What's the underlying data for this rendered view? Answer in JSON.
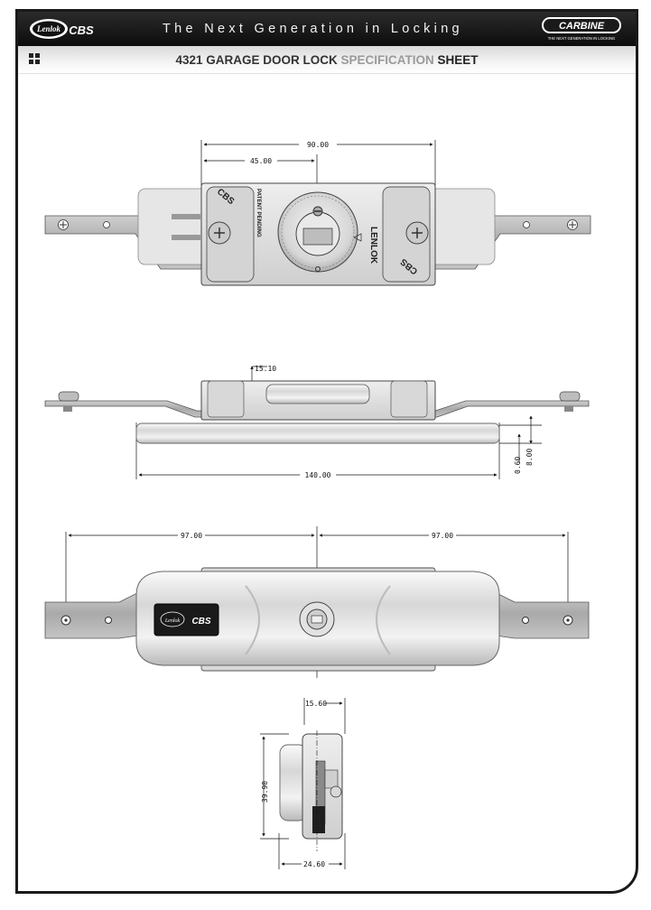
{
  "header": {
    "brand_left": "Lenlok",
    "brand_left_sub": "CBS",
    "tagline": "The Next Generation in Locking",
    "brand_right": "CARBINE",
    "brand_right_sub": "THE NEXT GENERATION IN LOCKING"
  },
  "title": {
    "part1": "4321 GARAGE DOOR LOCK",
    "part2": "SPECIFICATION",
    "part3": "SHEET"
  },
  "front_view": {
    "dim_overall": "90.00",
    "dim_half": "45.00",
    "label_cbs_left": "CBS",
    "label_patent": "PATENT PENDING",
    "label_lenlok": "LENLOK",
    "label_cbs_right": "CBS"
  },
  "side_view": {
    "dim_height": "15.10",
    "dim_length": "140.00",
    "dim_a": "0.60",
    "dim_b": "8.00"
  },
  "rear_view": {
    "dim_left": "97.00",
    "dim_right": "97.00",
    "badge_brand": "Lenlok",
    "badge_sub": "CBS"
  },
  "end_view": {
    "dim_top": "15.60",
    "dim_height": "39.90",
    "dim_bottom": "24.60"
  },
  "colors": {
    "header_bg": "#111111",
    "steel": "#b8b8b8",
    "body": "#e0e0e0"
  }
}
